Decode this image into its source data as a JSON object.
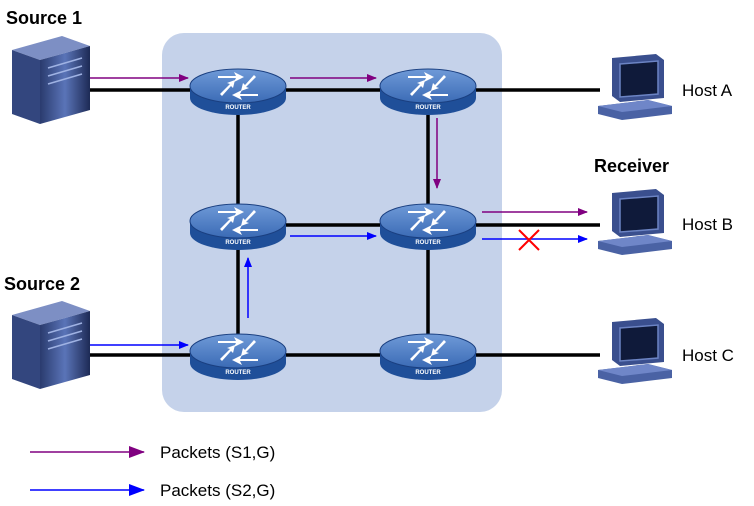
{
  "labels": {
    "source1": "Source 1",
    "source2": "Source 2",
    "receiver": "Receiver",
    "hostA": "Host A",
    "hostB": "Host B",
    "hostC": "Host C"
  },
  "router_label": "ROUTER",
  "legend": [
    {
      "label": "Packets (S1,G)",
      "color": "#800080"
    },
    {
      "label": "Packets (S2,G)",
      "color": "#0000ff"
    }
  ],
  "colors": {
    "domain_bg": "#c5d2ea",
    "link": "#000000",
    "router_top": "#4f80c8",
    "router_side": "#1f4f99",
    "s1_flow": "#800080",
    "s2_flow": "#0000ff",
    "blocked": "#ff0000"
  }
}
